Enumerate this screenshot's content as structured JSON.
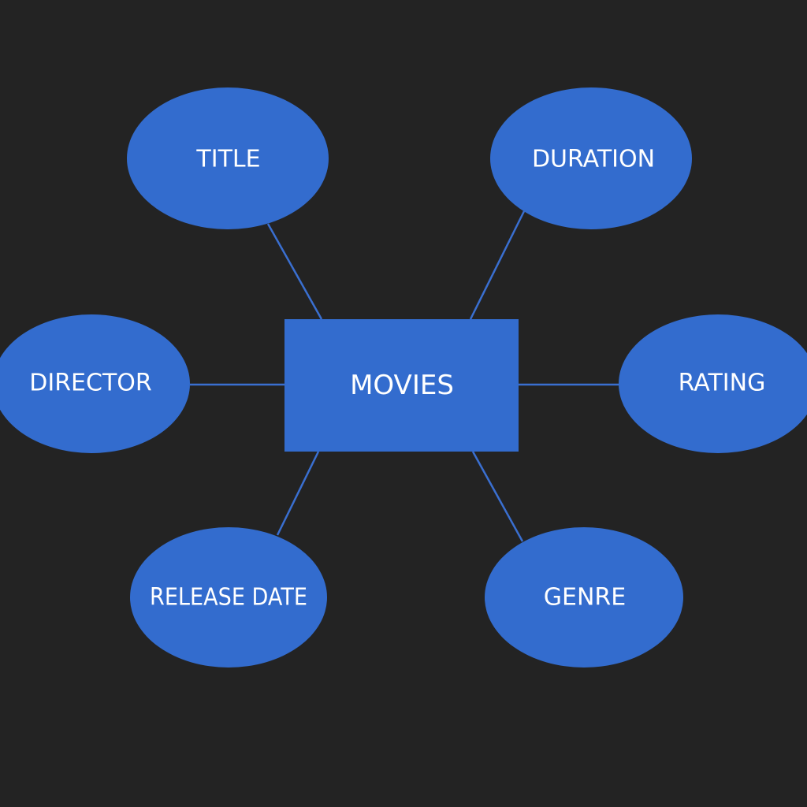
{
  "colors": {
    "background": "#232323",
    "shape_fill": "#336cce",
    "connector": "#3a6fd0"
  },
  "entity": {
    "label": "MOVIES"
  },
  "attributes": {
    "title": "TITLE",
    "duration": "DURATION",
    "director": "DIRECTOR",
    "rating": "RATING",
    "release_date": "RELEASE DATE",
    "genre": "GENRE"
  }
}
